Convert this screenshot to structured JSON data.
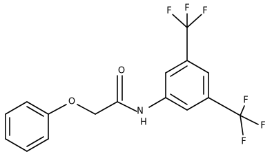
{
  "molecule": {
    "atom_labels": {
      "o_carbonyl": "O",
      "o_ether": "O",
      "n_amide": "N",
      "h_amide": "H",
      "f1": "F",
      "f2": "F",
      "f3": "F",
      "f4": "F",
      "f5": "F",
      "f6": "F"
    },
    "colors": {
      "bond": "#000000",
      "text": "#000000",
      "background": "#ffffff"
    }
  }
}
